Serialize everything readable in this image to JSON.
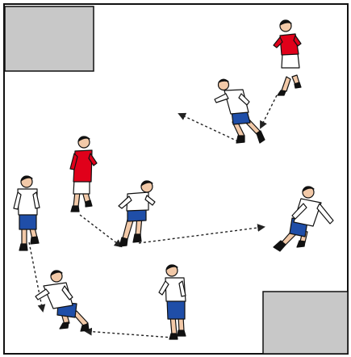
{
  "diagram": {
    "colors": {
      "background": "#ffffff",
      "border": "#111111",
      "zone_fill": "#c8c8c8",
      "team_red": "#e0001a",
      "team_white": "#ffffff",
      "shorts_blue": "#1f4ea8",
      "skin": "#f2c9a8",
      "hair": "#111111",
      "arrow": "#222222"
    },
    "zones": [
      {
        "id": "zone-top-left",
        "corner": "top-left"
      },
      {
        "id": "zone-bottom-right",
        "corner": "bottom-right"
      }
    ],
    "players": [
      {
        "id": "red-player-top-right",
        "team": "red",
        "pose": "running"
      },
      {
        "id": "white-player-upper-right",
        "team": "white",
        "pose": "running-left"
      },
      {
        "id": "red-player-left",
        "team": "red",
        "pose": "standing"
      },
      {
        "id": "white-player-center",
        "team": "white",
        "pose": "running-right"
      },
      {
        "id": "white-player-right",
        "team": "white",
        "pose": "lunging"
      },
      {
        "id": "white-player-far-left",
        "team": "white",
        "pose": "standing"
      },
      {
        "id": "white-player-bottom-left",
        "team": "white",
        "pose": "sliding"
      },
      {
        "id": "white-player-bottom-center",
        "team": "white",
        "pose": "standing"
      }
    ],
    "movement_arrows": [
      {
        "from": "red-player-top-right",
        "to": "white-player-upper-right"
      },
      {
        "from": "white-player-upper-right",
        "to": "open-space-left"
      },
      {
        "from": "red-player-left",
        "to": "white-player-center"
      },
      {
        "from": "white-player-center",
        "to": "white-player-right"
      },
      {
        "from": "white-player-far-left",
        "to": "white-player-bottom-left"
      },
      {
        "from": "white-player-bottom-center",
        "to": "white-player-bottom-left"
      }
    ]
  }
}
